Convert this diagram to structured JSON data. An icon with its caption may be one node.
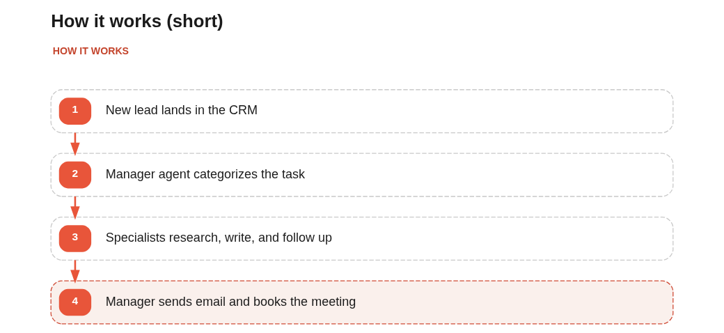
{
  "diagram": {
    "title": "How it works (short)",
    "nodes": [
      {
        "text": [
          "1",
          "New lead lands in the CRM"
        ]
      },
      {
        "text": [
          "2",
          "Manager agent categorizes the task"
        ]
      },
      {
        "text": [
          "3",
          "Specialists research, write, and follow up"
        ]
      },
      {
        "text": [
          "4",
          "Manager sends email and books the meeting"
        ]
      }
    ],
    "edges": [
      {
        "from": 0,
        "to": 1,
        "arrow": "to"
      },
      {
        "from": 1,
        "to": 2,
        "arrow": "to"
      },
      {
        "from": 2,
        "to": 3,
        "arrow": "to"
      }
    ],
    "labels": [
      "HOW IT WORKS"
    ]
  }
}
